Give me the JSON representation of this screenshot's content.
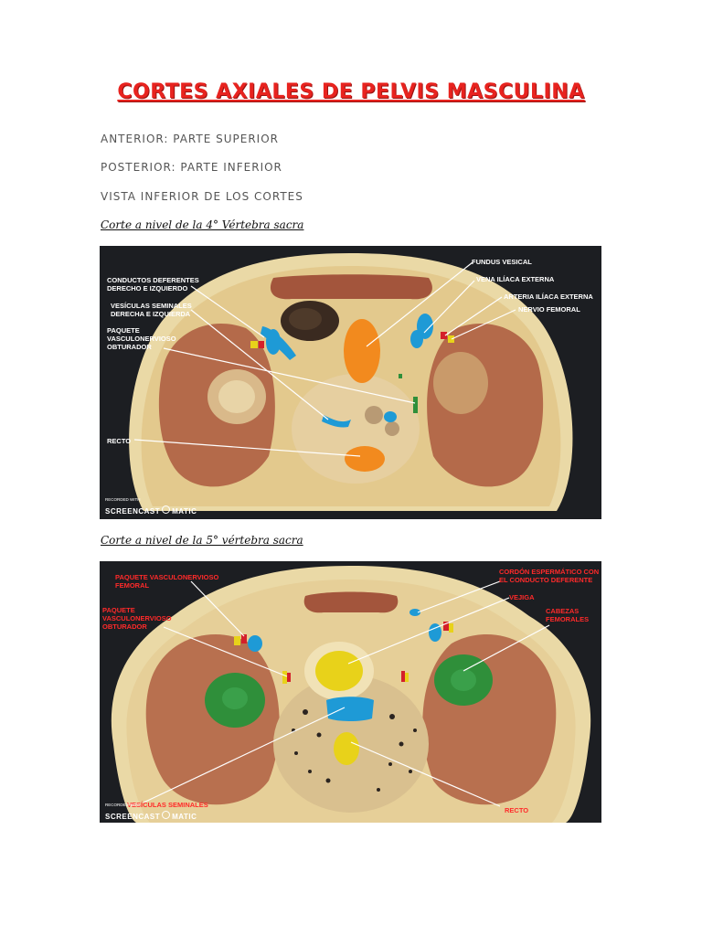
{
  "title": "CORTES AXIALES DE PELVIS MASCULINA",
  "orientation": {
    "anterior": "ANTERIOR: PARTE SUPERIOR",
    "posterior": "POSTERIOR: PARTE INFERIOR",
    "view": "VISTA INFERIOR DE LOS CORTES"
  },
  "sections": [
    {
      "heading": "Corte a nivel de la 4° Vértebra sacra",
      "labels": {
        "conductos": "CONDUCTOS DEFERENTES\nDERECHO E IZQUIERDO",
        "vesiculas": "VESÍCULAS SEMINALES\nDERECHA E IZQUIERDA",
        "paquete": "PAQUETE\nVASCULONERVIOSO\nOBTURADOR",
        "recto": "RECTO",
        "fundus": "FUNDUS VESICAL",
        "vena": "VENA ILÍACA EXTERNA",
        "arteria": "ARTERIA ILÍACA EXTERNA",
        "nervio": "NERVIO FEMORAL"
      },
      "watermark": {
        "small": "RECORDED WITH",
        "left": "SCREENCAST",
        "right": "MATIC"
      }
    },
    {
      "heading": "Corte a nivel de la 5° vértebra sacra",
      "labels": {
        "femoral": "PAQUETE VASCULONERVIOSO\nFEMORAL",
        "obturador": "PAQUETE\nVASCULONERVIOSO\nOBTURADOR",
        "vesiculas": "VESÍCULAS SEMINALES",
        "cordon": "CORDÓN ESPERMÁTICO CON\nEL CONDUCTO DEFERENTE",
        "vejiga": "VEJIGA",
        "cabezas": "CABEZAS\nFEMORALES",
        "recto": "RECTO"
      },
      "watermark": {
        "small": "RECORDED WITH",
        "left": "SCREENCAST",
        "right": "MATIC"
      }
    }
  ],
  "colors": {
    "title": "#e8231f",
    "structure_blue": "#1e9ad6",
    "structure_orange": "#f28a1e",
    "structure_yellow": "#e8d21a",
    "structure_green": "#2f8f3a",
    "structure_red": "#d4202a"
  }
}
